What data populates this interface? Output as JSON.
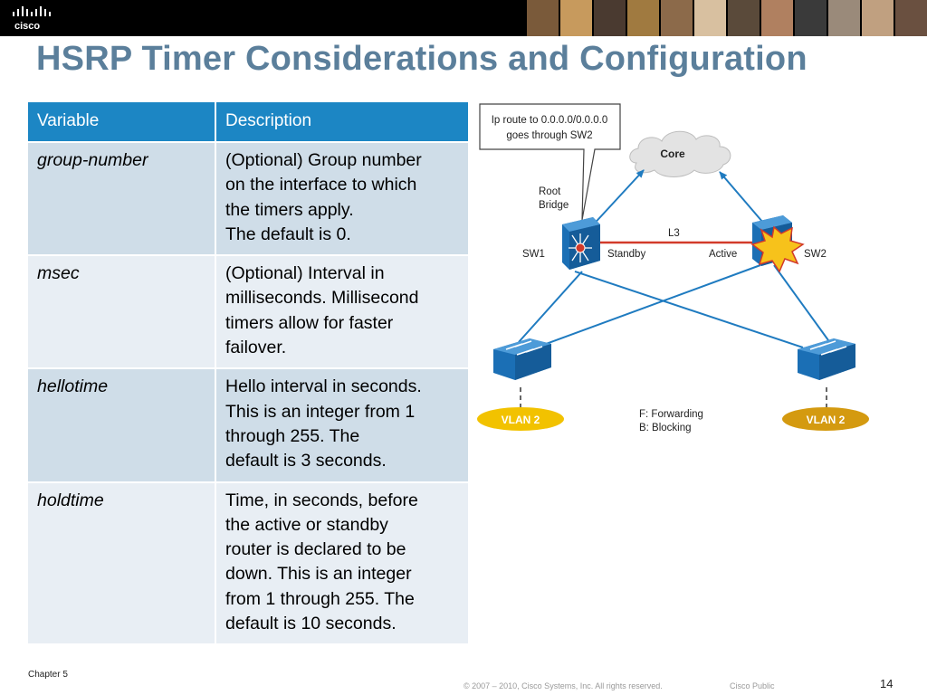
{
  "header": {
    "logo_text": "cisco",
    "photo_colors": [
      "#7a5a3a",
      "#c79a5d",
      "#4a3a30",
      "#a07a40",
      "#8c6a4a",
      "#d8c0a0",
      "#5a4a3a",
      "#b08060",
      "#3a3a3a",
      "#9a8a7a",
      "#c0a080",
      "#6a5040"
    ]
  },
  "title": "HSRP Timer Considerations and Configuration",
  "table": {
    "headers": [
      "Variable",
      "Description"
    ],
    "rows": [
      {
        "variable": "group-number",
        "description": [
          "(Optional) Group number",
          "on the interface to which",
          "the timers apply.",
          "The default is 0."
        ]
      },
      {
        "variable": "msec",
        "description": [
          "(Optional) Interval in",
          "milliseconds. Millisecond",
          "timers allow for faster",
          "failover."
        ]
      },
      {
        "variable": "hellotime",
        "description": [
          "Hello interval in seconds.",
          "This is an integer from 1",
          "through 255. The",
          "default is 3 seconds."
        ]
      },
      {
        "variable": "holdtime",
        "description": [
          "Time, in seconds, before",
          "the active or standby",
          "router is declared to be",
          "down. This is an integer",
          "from 1 through 255. The",
          "default is 10 seconds."
        ]
      }
    ]
  },
  "diagram": {
    "callout": [
      "Ip route to 0.0.0.0/0.0.0.0",
      "goes through SW2"
    ],
    "core": "Core",
    "root_bridge": [
      "Root",
      "Bridge"
    ],
    "l3": "L3",
    "sw1": "SW1",
    "sw2": "SW2",
    "standby": "Standby",
    "active": "Active",
    "vlan_left": "VLAN 2",
    "vlan_right": "VLAN 2",
    "legend": [
      "F: Forwarding",
      "B: Blocking"
    ],
    "colors": {
      "link": "#1f7bc0",
      "l3_link": "#d23a2a",
      "switch": "#1b6fb5",
      "vlan_left": "#f2c200",
      "vlan_right": "#d49a10",
      "burst": "#f7c21b"
    }
  },
  "footer": {
    "chapter": "Chapter 5",
    "copyright": "© 2007 – 2010, Cisco Systems, Inc. All rights reserved.",
    "classification": "Cisco Public",
    "page": "14"
  }
}
